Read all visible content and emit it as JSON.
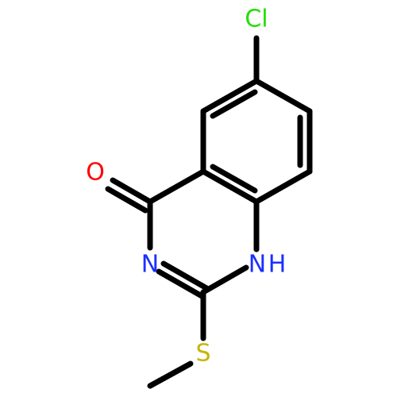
{
  "molecule": {
    "atoms": {
      "chlorine": {
        "symbol": "Cl",
        "color": "#1fe000"
      },
      "oxygen": {
        "symbol": "O",
        "color": "#ff0000"
      },
      "nitrogen_3": {
        "symbol": "N",
        "color": "#1a2fff"
      },
      "nitrogen_1": {
        "symbol": "N",
        "color": "#1a2fff"
      },
      "hydrogen_1": {
        "symbol": "H",
        "color": "#1a2fff"
      },
      "sulfur": {
        "symbol": "S",
        "color": "#c8b400"
      }
    },
    "bond_color": "#000000"
  }
}
